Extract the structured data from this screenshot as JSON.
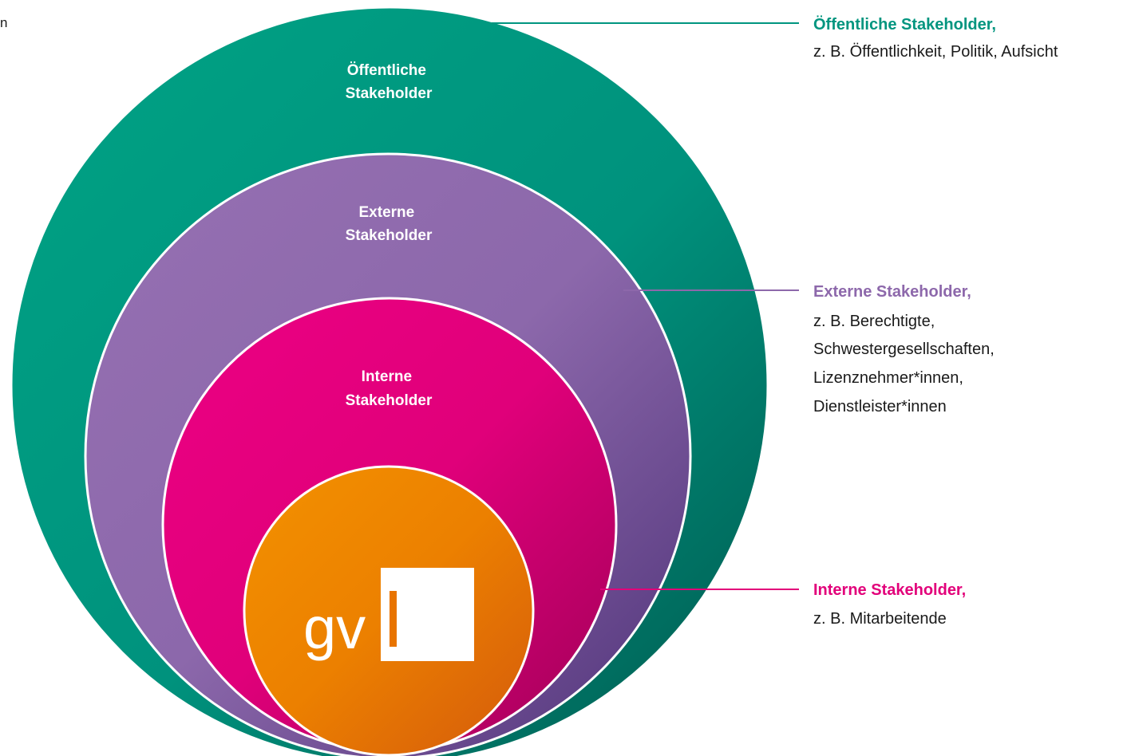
{
  "colors": {
    "public": "#00957f",
    "external": "#8d68ab",
    "internal": "#e2007a",
    "core": "#ee8100",
    "text": "#1a1a1a",
    "background": "#ffffff"
  },
  "edge_text": "n",
  "rings": {
    "public": {
      "line1": "Öffentliche",
      "line2": "Stakeholder"
    },
    "external": {
      "line1": "Externe",
      "line2": "Stakeholder"
    },
    "internal": {
      "line1": "Interne",
      "line2": "Stakeholder"
    }
  },
  "logo": {
    "text": "gv"
  },
  "legend": {
    "public": {
      "title": "Öffentliche Stakeholder,",
      "lines": [
        "z. B. Öffentlichkeit, Politik, Aufsicht"
      ]
    },
    "external": {
      "title": "Externe Stakeholder,",
      "lines": [
        "z. B. Berechtigte,",
        "Schwestergesellschaften,",
        "Lizenznehmer*innen,",
        "Dienstleister*innen"
      ]
    },
    "internal": {
      "title": "Interne Stakeholder,",
      "lines": [
        "z. B. Mitarbeitende"
      ]
    }
  }
}
